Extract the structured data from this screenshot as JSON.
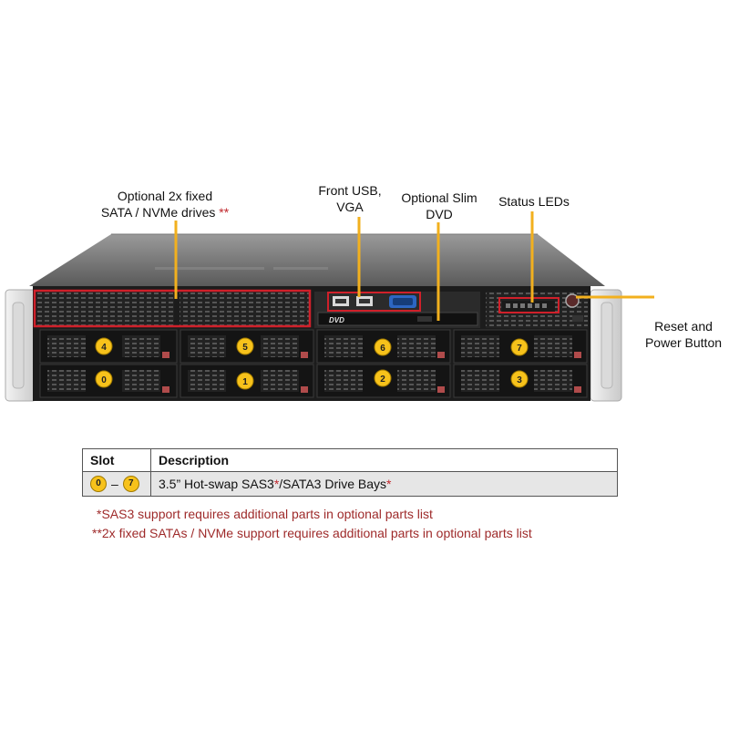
{
  "callouts": {
    "fixed_drives_line1": "Optional 2x fixed",
    "fixed_drives_line2": "SATA / NVMe drives",
    "fixed_drives_mark": "**",
    "front_usb_line1": "Front USB,",
    "front_usb_line2": "VGA",
    "dvd_line1": "Optional Slim",
    "dvd_line2": "DVD",
    "status_leds": "Status LEDs",
    "reset_line1": "Reset and",
    "reset_line2": "Power Button"
  },
  "server": {
    "dvd_label": "DVD",
    "bays": [
      {
        "num": "4"
      },
      {
        "num": "5"
      },
      {
        "num": "6"
      },
      {
        "num": "7"
      },
      {
        "num": "0"
      },
      {
        "num": "1"
      },
      {
        "num": "2"
      },
      {
        "num": "3"
      }
    ]
  },
  "table": {
    "header_slot": "Slot",
    "header_description": "Description",
    "row_slot_from": "0",
    "row_slot_dash": "–",
    "row_slot_to": "7",
    "row_desc_part1": "3.5” Hot-swap  SAS3",
    "row_desc_mark1": "*",
    "row_desc_part2": "/SATA3 Drive Bays",
    "row_desc_mark2": "*"
  },
  "notes": {
    "note1": "*SAS3 support requires additional parts in optional parts list",
    "note2": "**2x fixed SATAs / NVMe support requires additional parts in optional parts list"
  },
  "colors": {
    "callout_line": "#f2b01e",
    "highlight_box": "#d0202a",
    "bay_badge": "#f7c21b",
    "chassis": "#1c1c1c"
  }
}
